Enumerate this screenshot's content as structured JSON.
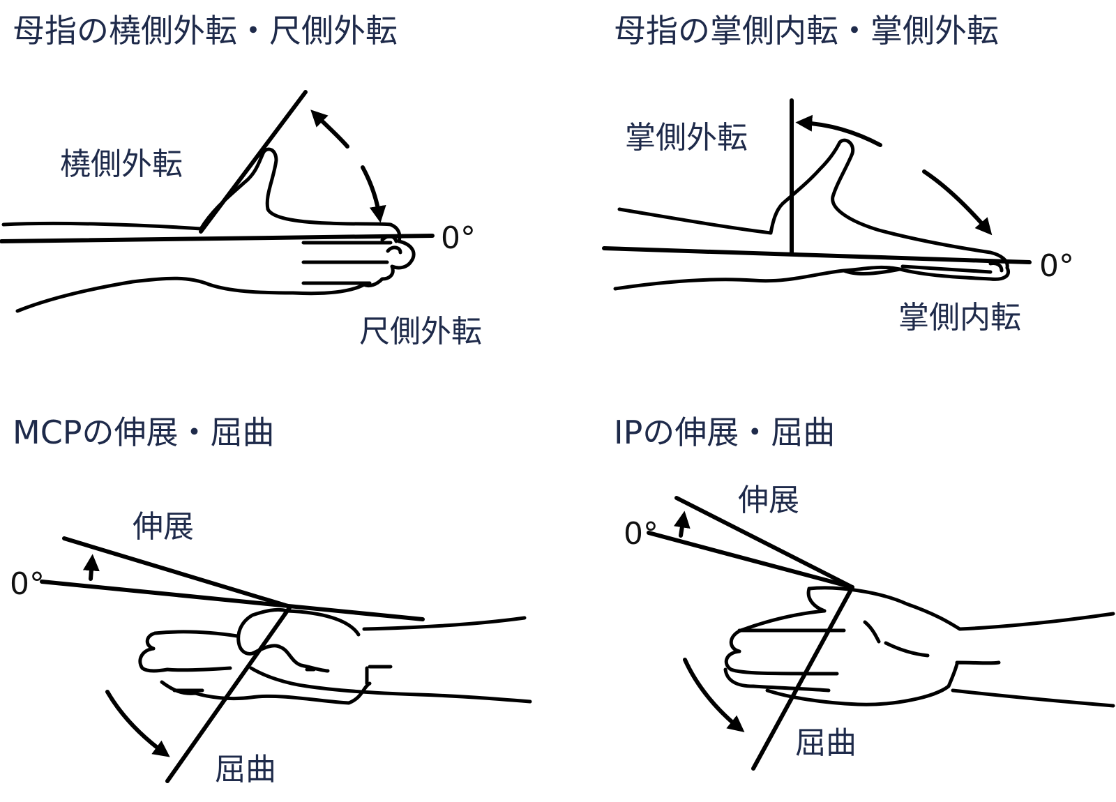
{
  "panels": {
    "radial_ulnar": {
      "title": "母指の橈側外転・尺側外転",
      "label_radial": "橈側外転",
      "label_ulnar": "尺側外転",
      "zero": "0°"
    },
    "palmar": {
      "title": "母指の掌側内転・掌側外転",
      "label_abduction": "掌側外転",
      "label_adduction": "掌側内転",
      "zero": "0°"
    },
    "mcp": {
      "title": "MCPの伸展・屈曲",
      "label_extension": "伸展",
      "label_flexion": "屈曲",
      "zero": "0°"
    },
    "ip": {
      "title": "IPの伸展・屈曲",
      "label_extension": "伸展",
      "label_flexion": "屈曲",
      "zero": "0°"
    }
  },
  "colors": {
    "text": "#1e2a4a",
    "line": "#000000"
  }
}
